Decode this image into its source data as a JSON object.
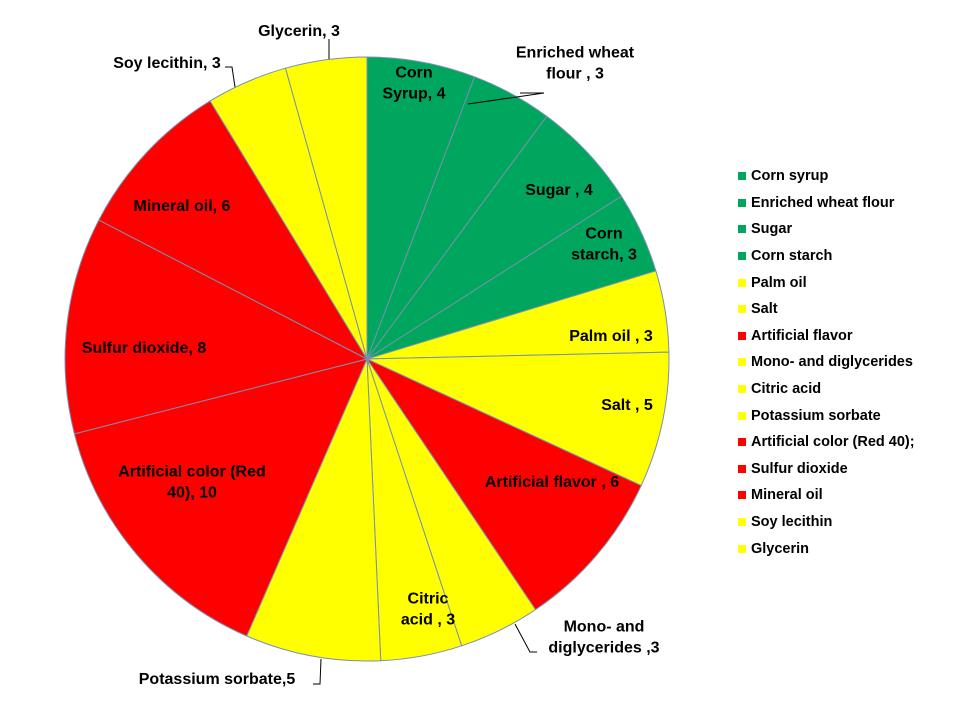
{
  "colors": {
    "green": "#00a65d",
    "yellow": "#ffff00",
    "red": "#ff0000",
    "divider": "#7891b0"
  },
  "chart_data": {
    "type": "pie",
    "slices": [
      {
        "name": "Corn syrup",
        "value": 4,
        "color": "#00a65d",
        "label_lines": [
          "Corn",
          "Syrup, 4"
        ]
      },
      {
        "name": "Enriched wheat flour",
        "value": 3,
        "color": "#00a65d",
        "label_lines": [
          "Enriched wheat",
          "flour , 3"
        ]
      },
      {
        "name": "Sugar",
        "value": 4,
        "color": "#00a65d",
        "label_lines": [
          "Sugar , 4"
        ]
      },
      {
        "name": "Corn starch",
        "value": 3,
        "color": "#00a65d",
        "label_lines": [
          "Corn",
          "starch, 3"
        ]
      },
      {
        "name": "Palm oil",
        "value": 3,
        "color": "#ffff00",
        "label_lines": [
          "Palm oil  , 3"
        ]
      },
      {
        "name": "Salt",
        "value": 5,
        "color": "#ffff00",
        "label_lines": [
          "Salt , 5"
        ]
      },
      {
        "name": "Artificial flavor",
        "value": 6,
        "color": "#ff0000",
        "label_lines": [
          "Artificial flavor , 6"
        ]
      },
      {
        "name": "Mono- and diglycerides",
        "value": 3,
        "color": "#ffff00",
        "label_lines": [
          "Mono- and",
          "diglycerides ,3"
        ]
      },
      {
        "name": "Citric acid",
        "value": 3,
        "color": "#ffff00",
        "label_lines": [
          "Citric",
          "acid , 3"
        ]
      },
      {
        "name": "Potassium sorbate",
        "value": 5,
        "color": "#ffff00",
        "label_lines": [
          "Potassium sorbate,5"
        ]
      },
      {
        "name": "Artificial color (Red 40);",
        "value": 10,
        "color": "#ff0000",
        "label_lines": [
          "Artificial color (Red",
          "40), 10"
        ]
      },
      {
        "name": "Sulfur dioxide",
        "value": 8,
        "color": "#ff0000",
        "label_lines": [
          "Sulfur dioxide, 8"
        ]
      },
      {
        "name": "Mineral oil",
        "value": 6,
        "color": "#ff0000",
        "label_lines": [
          "Mineral oil, 6"
        ]
      },
      {
        "name": "Soy lecithin",
        "value": 3,
        "color": "#ffff00",
        "label_lines": [
          "Soy lecithin, 3"
        ]
      },
      {
        "name": "Glycerin",
        "value": 3,
        "color": "#ffff00",
        "label_lines": [
          "Glycerin, 3"
        ]
      }
    ],
    "legend": {
      "placement": "right",
      "entries": [
        "Corn syrup",
        "Enriched wheat flour",
        "Sugar",
        "Corn starch",
        "Palm oil",
        "Salt",
        "Artificial flavor",
        "Mono- and diglycerides",
        "Citric acid",
        "Potassium sorbate",
        "Artificial color (Red 40);",
        "Sulfur dioxide",
        "Mineral oil",
        "Soy lecithin",
        "Glycerin"
      ]
    }
  }
}
